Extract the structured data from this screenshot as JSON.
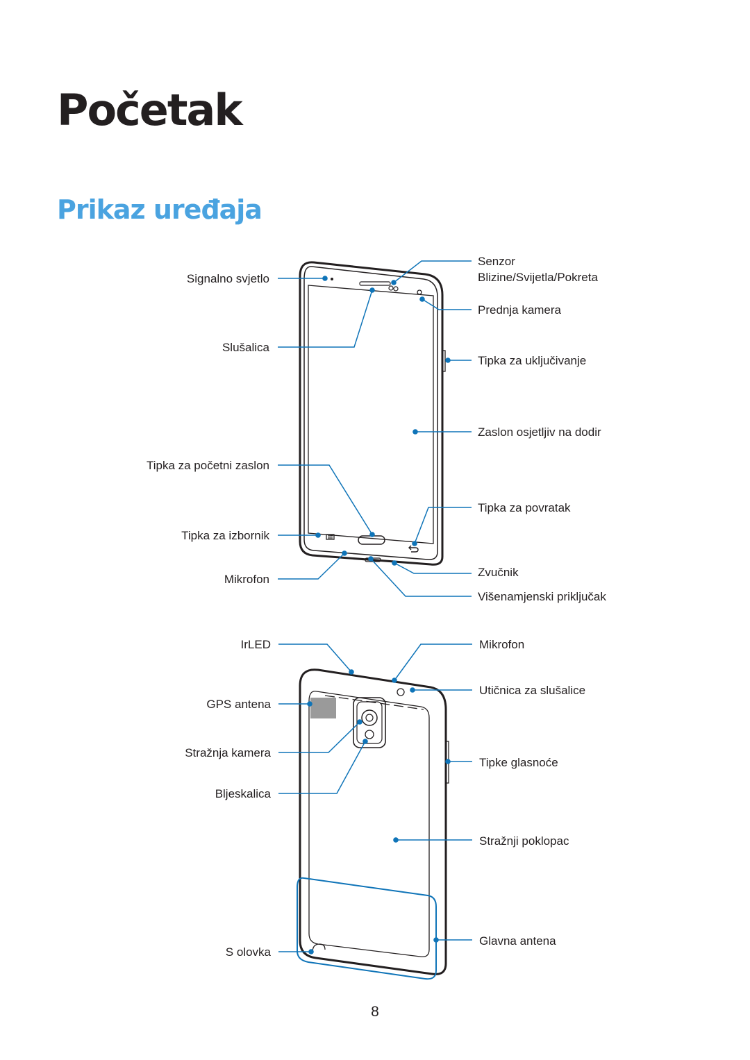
{
  "chapter_title": "Početak",
  "section_title": "Prikaz uređaja",
  "accent_color": "#4aa3e0",
  "line_color": "#0f74b8",
  "front_labels": {
    "signal_light": "Signalno svjetlo",
    "earpiece": "Slušalica",
    "home_key": "Tipka za početni zaslon",
    "menu_key": "Tipka za izbornik",
    "microphone": "Mikrofon",
    "sensor_line1": "Senzor",
    "sensor_line2": "Blizine/Svijetla/Pokreta",
    "front_camera": "Prednja kamera",
    "power_key": "Tipka za uključivanje",
    "touchscreen": "Zaslon osjetljiv na dodir",
    "back_key": "Tipka za povratak",
    "speaker": "Zvučnik",
    "multipurpose_jack": "Višenamjenski priključak"
  },
  "back_labels": {
    "irled": "IrLED",
    "gps_antenna": "GPS antena",
    "rear_camera": "Stražnja kamera",
    "flash": "Bljeskalica",
    "s_pen": "S olovka",
    "microphone": "Mikrofon",
    "headset_jack": "Utičnica za slušalice",
    "volume_keys": "Tipke glasnoće",
    "back_cover": "Stražnji poklopac",
    "main_antenna": "Glavna antena"
  },
  "page_number": "8"
}
